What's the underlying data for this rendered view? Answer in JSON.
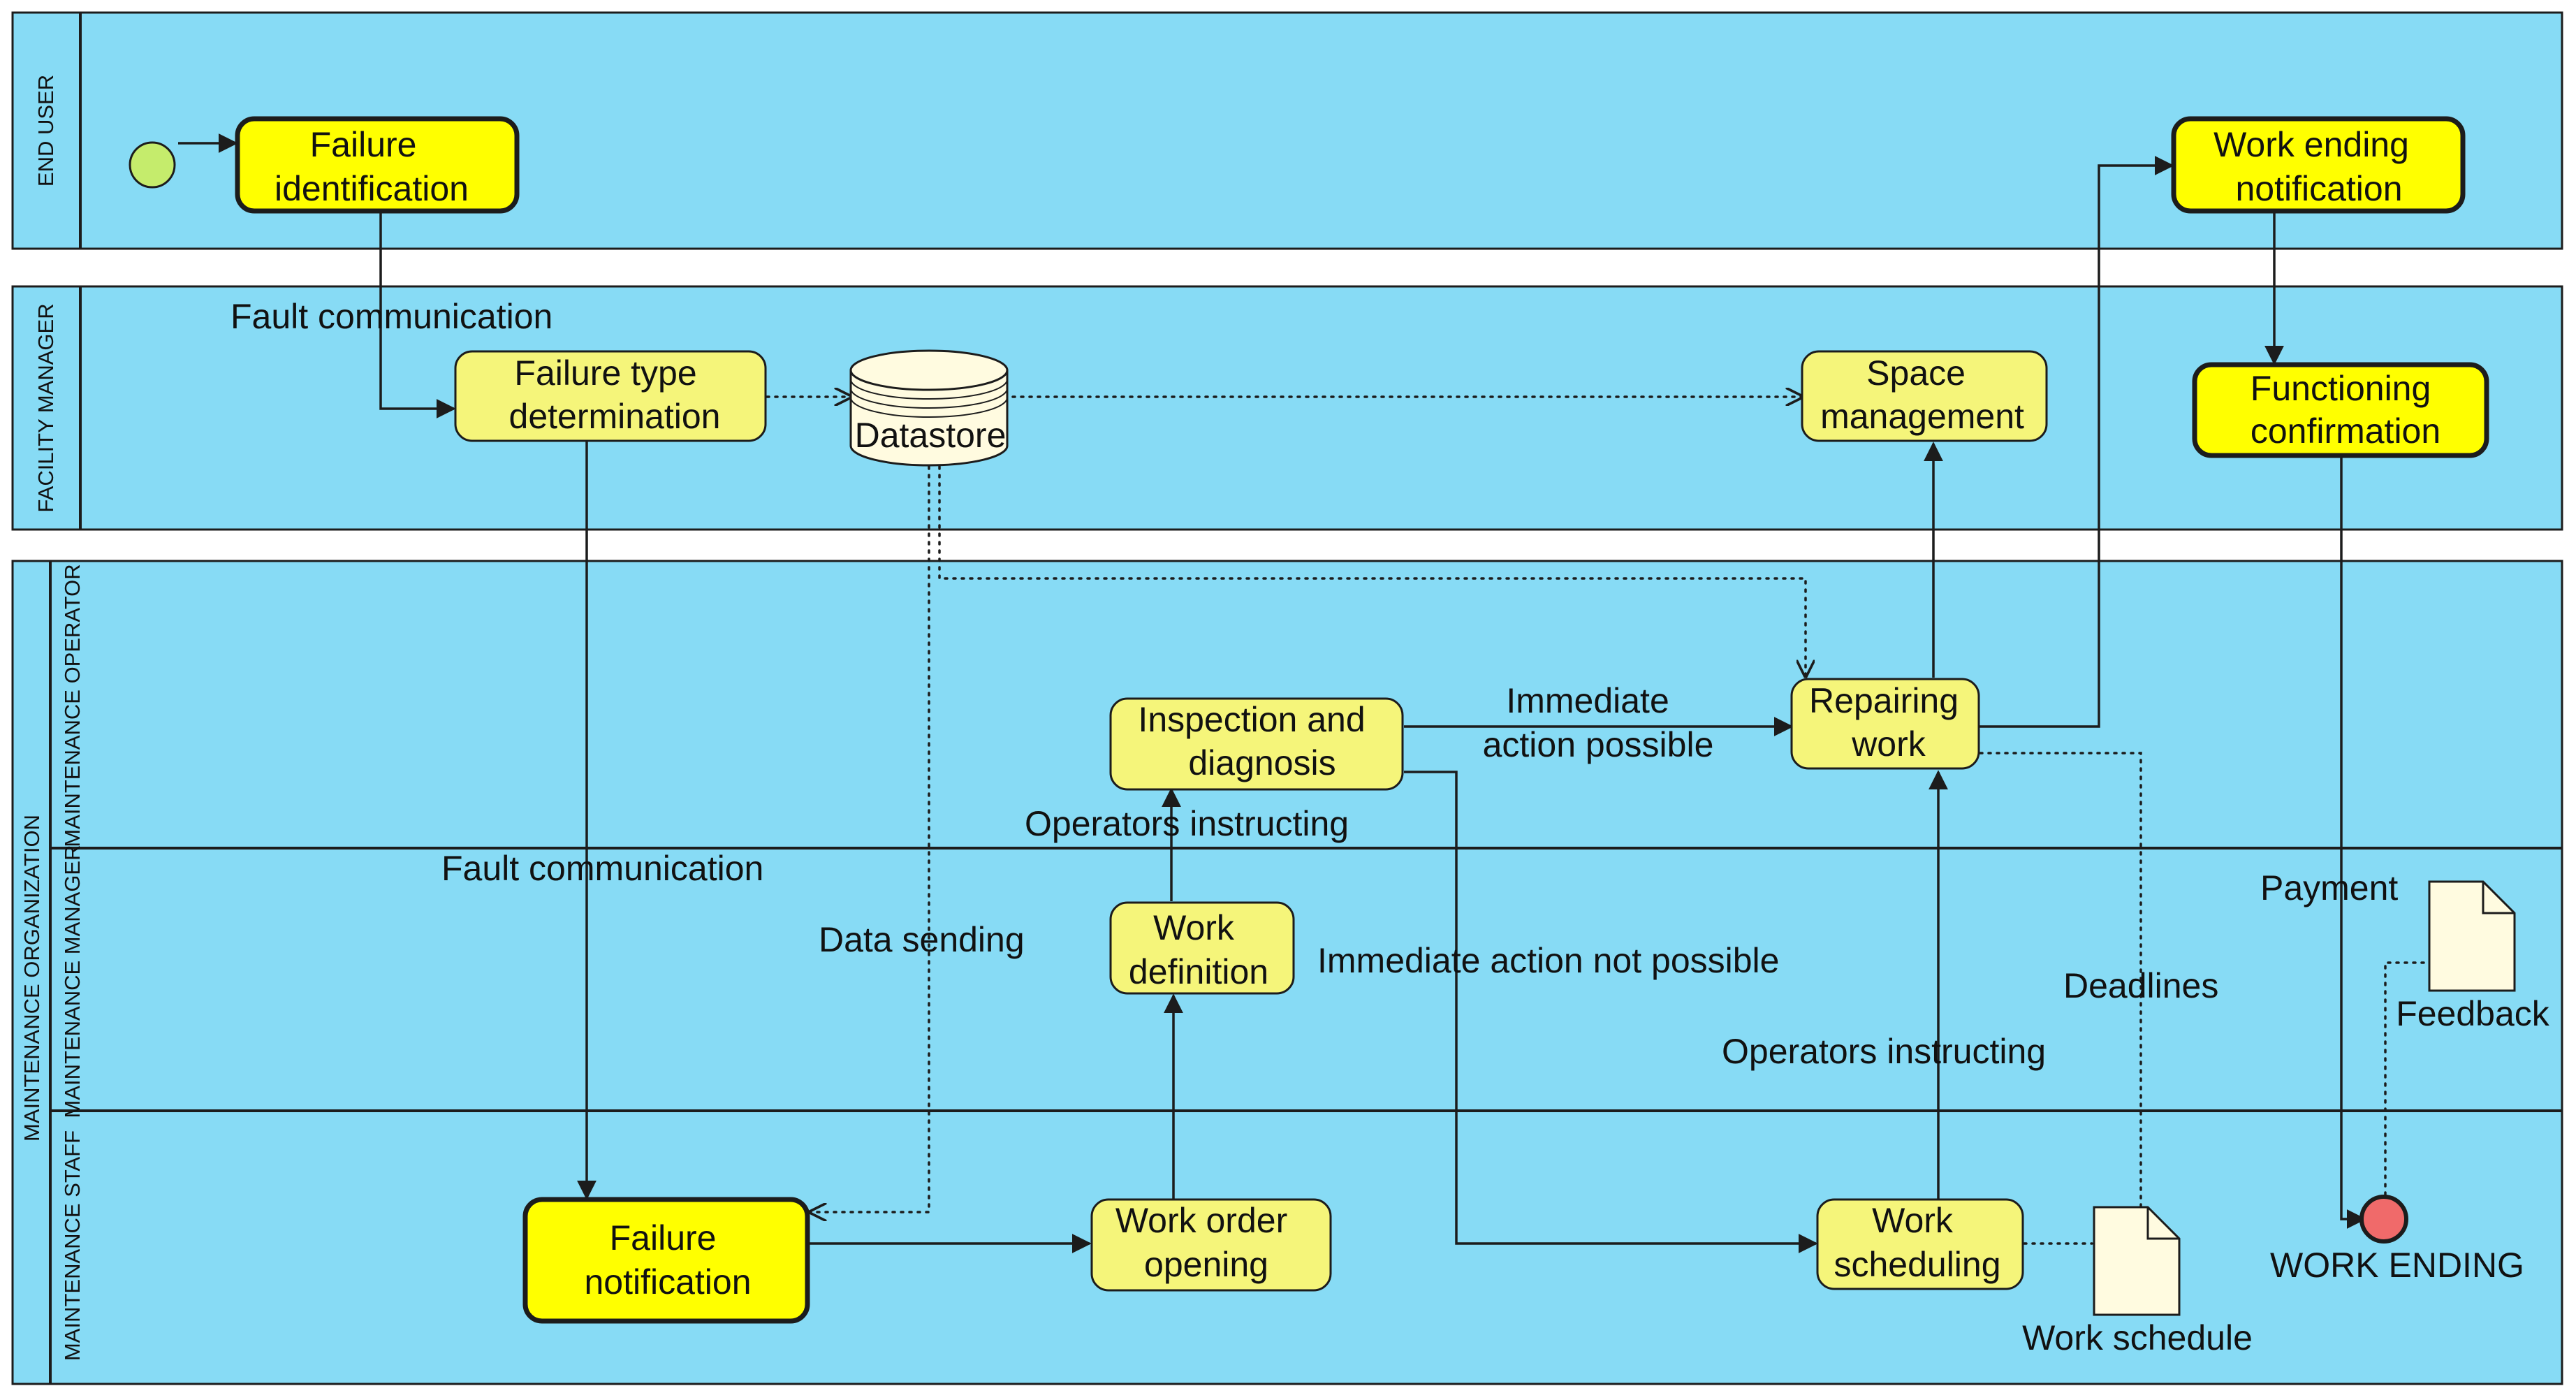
{
  "pools": {
    "end_user": "END USER",
    "facility_manager": "FACILITY MANAGER",
    "maintenance_organization": "MAINTENANCE ORGANIZATION"
  },
  "lanes": {
    "maintenance_operator": "MAINTENANCE OPERATOR",
    "maintenance_manager": "MAINTENANCE MANAGER",
    "maintenance_staff": "MAINTENANCE STAFF"
  },
  "tasks": {
    "failure_identification": [
      "Failure",
      "identification"
    ],
    "failure_type_determination": [
      "Failure type",
      "determination"
    ],
    "space_management": [
      "Space",
      "management"
    ],
    "work_ending_notification": [
      "Work ending",
      "notification"
    ],
    "functioning_confirmation": [
      "Functioning",
      "confirmation"
    ],
    "inspection_and_diagnosis": [
      "Inspection and",
      "diagnosis"
    ],
    "repairing_work": [
      "Repairing",
      "work"
    ],
    "work_definition": [
      "Work",
      "definition"
    ],
    "failure_notification": [
      "Failure",
      "notification"
    ],
    "work_order_opening": [
      "Work order",
      "opening"
    ],
    "work_scheduling": [
      "Work",
      "scheduling"
    ]
  },
  "datastore": "Datastore",
  "documents": {
    "work_schedule": "Work schedule",
    "feedback": "Feedback"
  },
  "events": {
    "end": "WORK ENDING"
  },
  "flow_labels": {
    "fault_communication_1": "Fault communication",
    "fault_communication_2": "Fault communication",
    "immediate_action_possible": [
      "Immediate",
      "action possible"
    ],
    "operators_instructing_1": "Operators instructing",
    "operators_instructing_2": "Operators instructing",
    "data_sending": "Data sending",
    "immediate_action_not_possible": "Immediate action not possible",
    "deadlines": "Deadlines",
    "payment": "Payment"
  },
  "colors": {
    "lane_fill": "#87dbf5",
    "task_fill_primary": "#ffff00",
    "task_fill_secondary": "#f5f57a",
    "start_event": "#c5ec6c",
    "end_event": "#f06a6a",
    "document_fill": "#fffbe0",
    "stroke": "#1c1c1c"
  }
}
